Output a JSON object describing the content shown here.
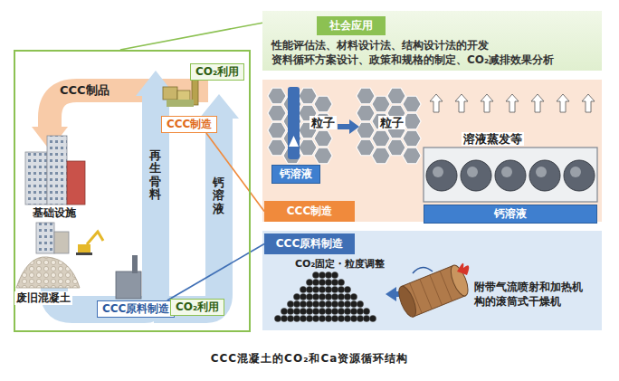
{
  "diagram": {
    "caption": "CCC混凝土的CO₂和Ca资源循环结构",
    "nodes": [
      {
        "text": []
      },
      {
        "text": [
          "CO₂利用"
        ],
        "in": 0
      },
      {
        "text": [
          "CCC制造"
        ],
        "in": 0
      },
      {
        "text": [
          "CCC原料制造"
        ],
        "in": 0
      },
      {
        "text": [
          "CO₂利用"
        ],
        "in": 0
      },
      {
        "text": [
          "社会应用",
          "性能评估法、材料设计法、结构设计法的开发 资料循环方案设计、政策和规格的制定、CO₂减排效果分析"
        ]
      },
      {
        "text": [
          "CCC制造"
        ]
      },
      {
        "text": [
          "钙溶液"
        ]
      },
      {
        "text": [
          "钙溶液"
        ]
      },
      {
        "text": [
          "CCC原料制造"
        ]
      }
    ],
    "edges": [
      {
        "from": 0,
        "to": 5,
        "arrow": "none"
      },
      {
        "from": 2,
        "to": 6,
        "arrow": "none"
      },
      {
        "from": 3,
        "to": 9,
        "arrow": "none"
      }
    ],
    "labels": [
      "CCC制品",
      "再生骨料",
      "钙溶液",
      "基础设施",
      "废旧混凝土",
      "粒子",
      "粒子",
      "溶液蒸发等",
      "CO₂固定・粒度调整",
      "附带气流喷射和加热机构的滚筒式干燥机"
    ]
  }
}
